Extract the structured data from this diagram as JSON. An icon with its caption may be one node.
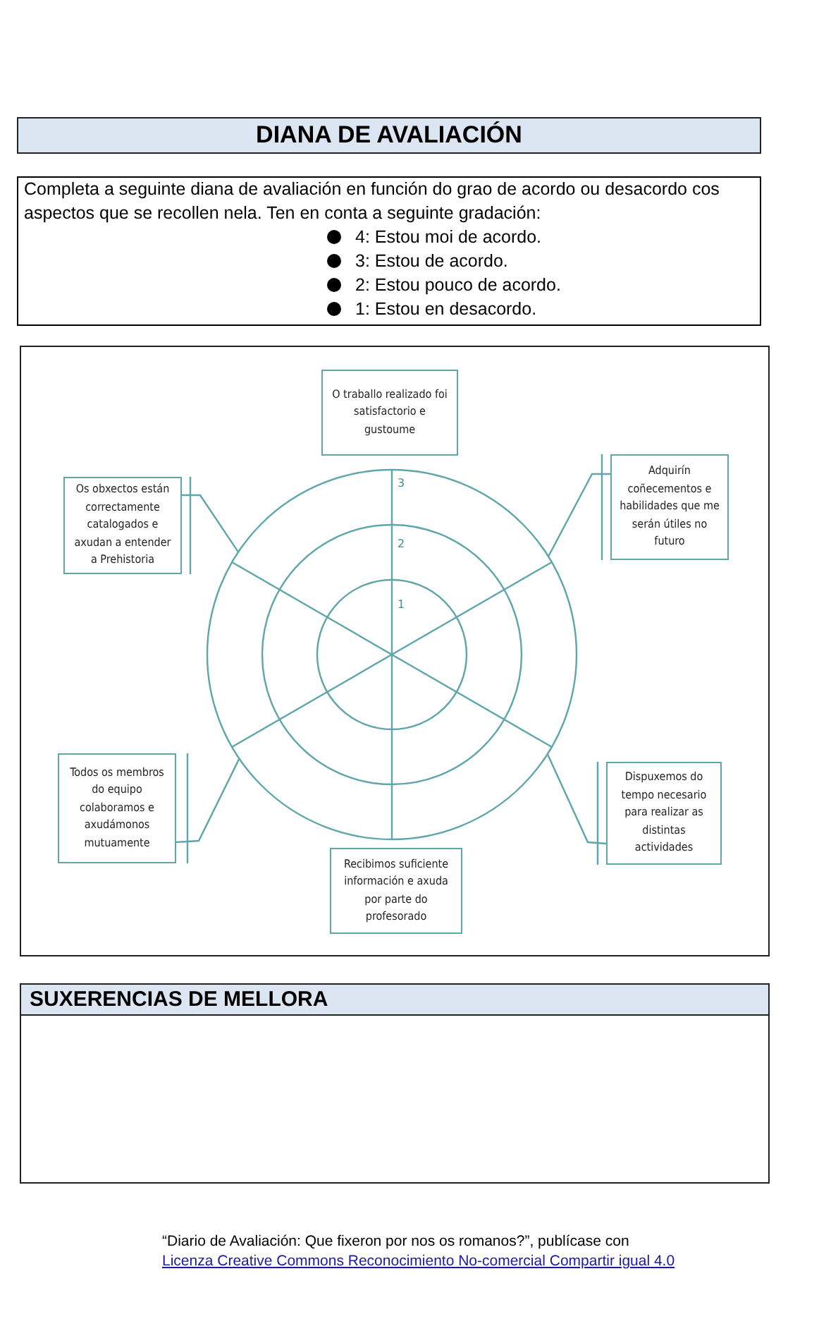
{
  "diagram": {
    "title": "DIANA DE AVALIACIÓN",
    "nodes": [
      {
        "text": [
          "Completa a seguinte diana de avaliación en función do grao de acordo ou desacordo cos aspectos que se recollen nela. Ten en conta a seguinte gradación:",
          "4: Estou moi de acordo.",
          "3: Estou de acordo.",
          "2: Estou pouco de acordo.",
          "1: Estou en desacordo."
        ]
      },
      {
        "text": [
          "O traballo realizado foi satisfactorio e gustoume"
        ]
      },
      {
        "text": [
          "Os obxectos están correctamente catalogados e axudan a entender a Prehistoria"
        ]
      },
      {
        "text": [
          "Adquirín coñecementos e habilidades que me serán útiles no futuro"
        ]
      },
      {
        "text": [],
        "shape": "circle"
      },
      {
        "text": [
          "Todos os membros do equipo colaboramos e axudámonos mutuamente"
        ]
      },
      {
        "text": [
          "Dispuxemos do tempo necesario para realizar as distintas actividades"
        ]
      },
      {
        "text": [
          "Recibimos suficiente información e axuda por parte do profesorado"
        ]
      },
      {
        "text": [
          "SUXERENCIAS DE MELLORA"
        ]
      }
    ],
    "edges": [
      {
        "from": 2,
        "to": 4,
        "arrow": "none"
      },
      {
        "from": 3,
        "to": 4,
        "arrow": "none"
      },
      {
        "from": 5,
        "to": 4,
        "arrow": "none"
      },
      {
        "from": 6,
        "to": 4,
        "arrow": "none"
      }
    ],
    "labels": [
      "3",
      "2",
      "1",
      "“Diario de Avaliación: Que fixeron por nos os romanos?”, publícase con",
      "Licenza Creative Commons Reconocimiento No-comercial Compartir igual 4.0"
    ]
  }
}
